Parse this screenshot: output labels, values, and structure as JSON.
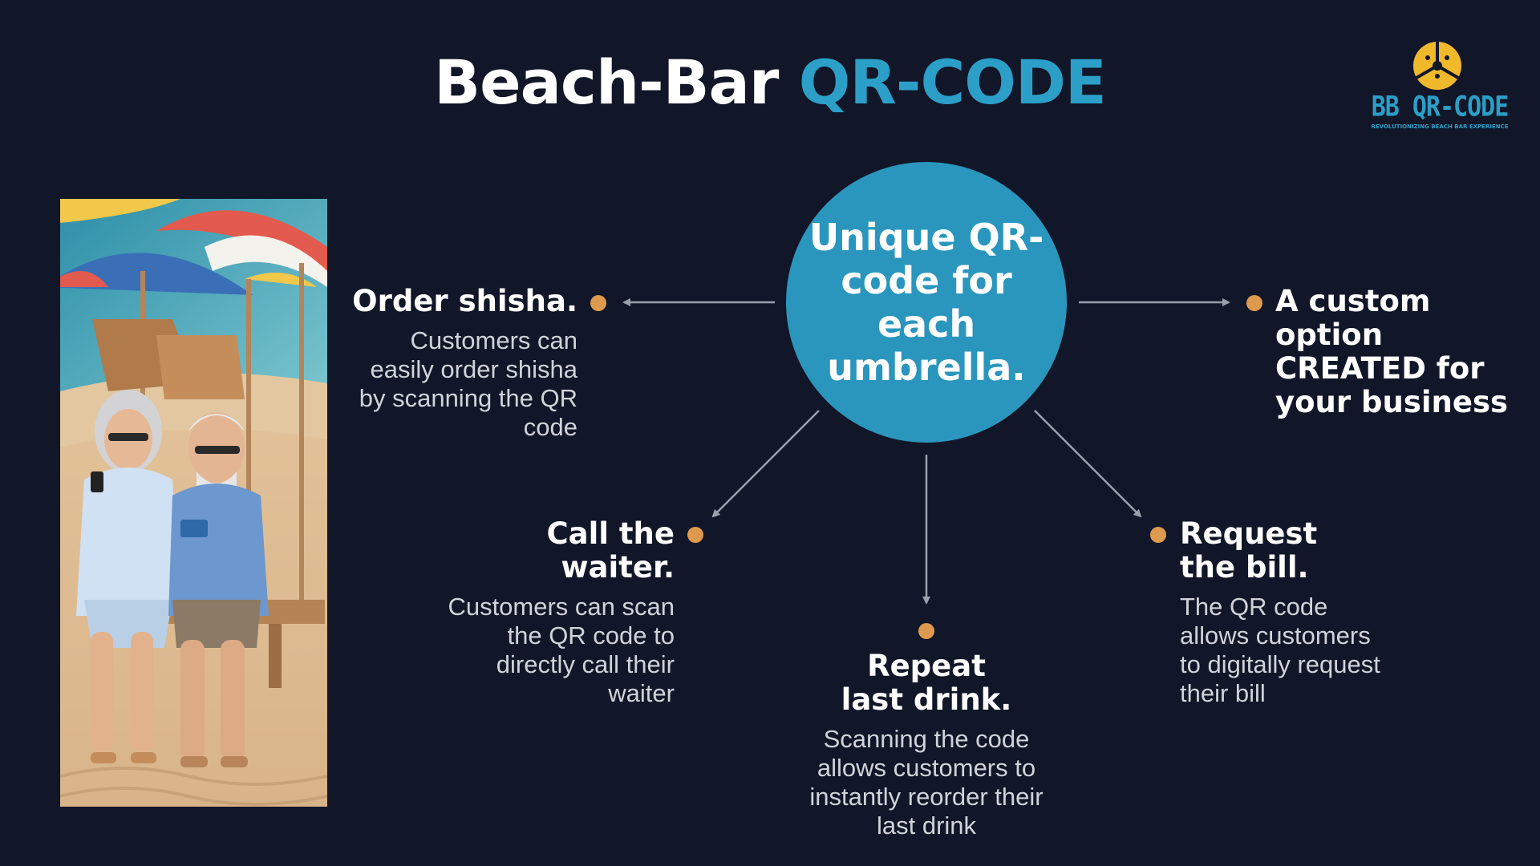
{
  "title": {
    "main": "Beach-Bar ",
    "accent": "QR-CODE"
  },
  "logo": {
    "name": "BB QR-CODE",
    "tagline": "REVOLUTIONIZING BEACH BAR EXPERIENCE"
  },
  "hub": {
    "text": "Unique QR-code for each umbrella."
  },
  "features": {
    "shisha": {
      "title": "Order shisha.",
      "desc": "Customers can easily order shisha by scanning the QR code"
    },
    "waiter": {
      "title": "Call the waiter.",
      "desc": "Customers can scan the QR code to directly call their waiter"
    },
    "repeat": {
      "title": "Repeat last drink.",
      "desc": "Scanning the code allows customers to instantly reorder their last drink"
    },
    "bill": {
      "title": "Request the bill.",
      "desc": "The QR code allows customers to digitally request their bill"
    },
    "custom": {
      "title": "A custom option CREATED for your business"
    }
  },
  "colors": {
    "background": "#111628",
    "accent": "#2b9fc7",
    "hub": "#2a96bd",
    "dot": "#dd9a4e",
    "logo_mark": "#f0b92c"
  }
}
